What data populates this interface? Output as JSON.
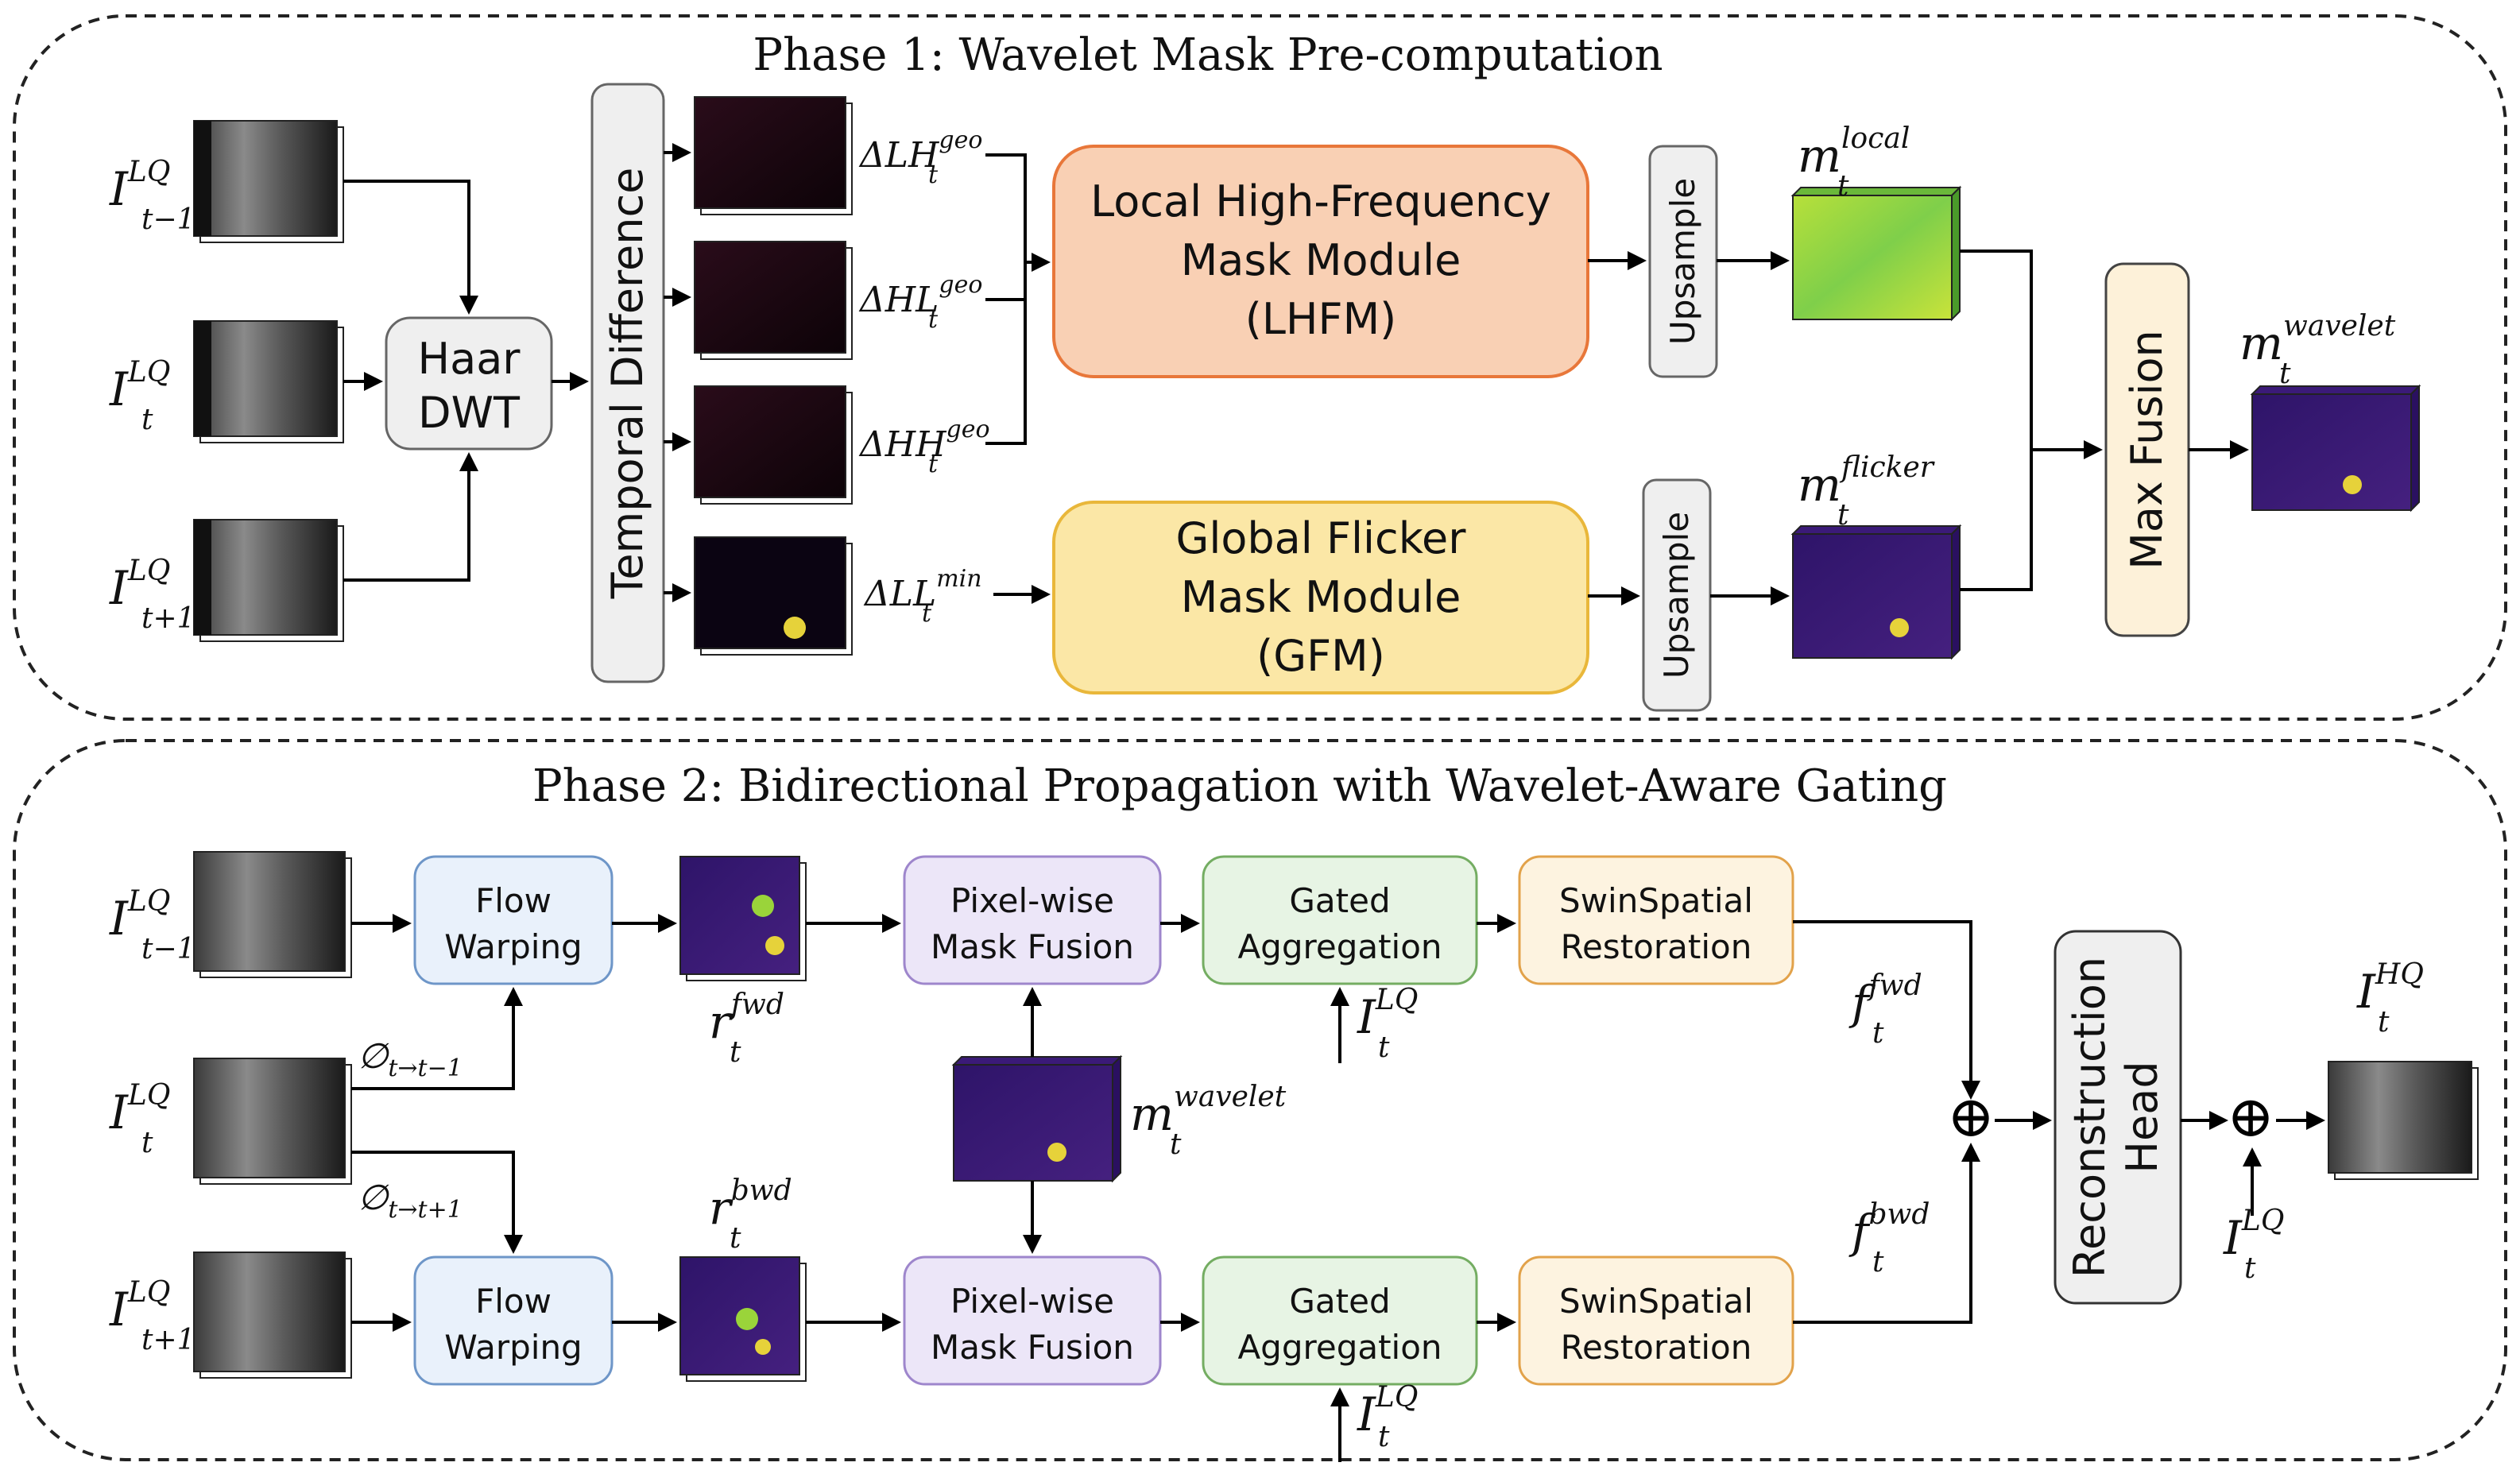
{
  "phase1": {
    "title": "Phase 1: Wavelet Mask Pre-computation",
    "haar_dwt": [
      "Haar",
      "DWT"
    ],
    "temporal_difference": "Temporal Difference",
    "lhfm": [
      "Local High-Frequency",
      "Mask Module",
      "(LHFM)"
    ],
    "gfm": [
      "Global Flicker",
      "Mask Module",
      "(GFM)"
    ],
    "upsample": "Upsample",
    "max_fusion": "Max Fusion",
    "inputs": [
      {
        "main": "I",
        "sup": "LQ",
        "sub": "t−1"
      },
      {
        "main": "I",
        "sup": "LQ",
        "sub": "t"
      },
      {
        "main": "I",
        "sup": "LQ",
        "sub": "t+1"
      }
    ],
    "subbands": [
      {
        "main": "ΔLH",
        "sup": "geo",
        "sub": "t"
      },
      {
        "main": "ΔHL",
        "sup": "geo",
        "sub": "t"
      },
      {
        "main": "ΔHH",
        "sup": "geo",
        "sub": "t"
      },
      {
        "main": "ΔLL",
        "sup": "min",
        "sub": "t"
      }
    ],
    "m_local": {
      "main": "m",
      "sup": "local",
      "sub": "t"
    },
    "m_flicker": {
      "main": "m",
      "sup": "flicker",
      "sub": "t"
    },
    "m_wavelet": {
      "main": "m",
      "sup": "wavelet",
      "sub": "t"
    }
  },
  "phase2": {
    "title": "Phase 2: Bidirectional Propagation with Wavelet-Aware Gating",
    "flow_warping": [
      "Flow",
      "Warping"
    ],
    "pixel_mask_fusion": [
      "Pixel-wise",
      "Mask Fusion"
    ],
    "gated_aggregation": [
      "Gated",
      "Aggregation"
    ],
    "swin_restoration": [
      "SwinSpatial",
      "Restoration"
    ],
    "reconstruction_head": [
      "Reconstruction",
      "Head"
    ],
    "plus": "⊕",
    "inputs": [
      {
        "main": "I",
        "sup": "LQ",
        "sub": "t−1"
      },
      {
        "main": "I",
        "sup": "LQ",
        "sub": "t"
      },
      {
        "main": "I",
        "sup": "LQ",
        "sub": "t+1"
      }
    ],
    "flow_back": {
      "main": "∅",
      "sub": "t→t−1"
    },
    "flow_fwd": {
      "main": "∅",
      "sub": "t→t+1"
    },
    "r_fwd": {
      "main": "r",
      "sup": "fwd",
      "sub": "t"
    },
    "r_bwd": {
      "main": "r",
      "sup": "bwd",
      "sub": "t"
    },
    "m_wavelet": {
      "main": "m",
      "sup": "wavelet",
      "sub": "t"
    },
    "gate_input": {
      "main": "I",
      "sup": "LQ",
      "sub": "t"
    },
    "f_fwd": {
      "main": "f",
      "sup": "fwd",
      "sub": "t"
    },
    "f_bwd": {
      "main": "f",
      "sup": "bwd",
      "sub": "t"
    },
    "skip_input": {
      "main": "I",
      "sup": "LQ",
      "sub": "t"
    },
    "output": {
      "main": "I",
      "sup": "HQ",
      "sub": "t"
    }
  },
  "colors": {
    "lhfm_fill": "#f9d0b4",
    "lhfm_stroke": "#e8773a",
    "gfm_fill": "#fbe7a6",
    "gfm_stroke": "#e9b73a",
    "grey_fill": "#efefef",
    "grey_stroke": "#777777",
    "cream_fill": "#fdf1d9",
    "cream_stroke": "#444444",
    "flow_fill": "#e9f1fb",
    "flow_stroke": "#6e96c8",
    "pixel_fill": "#ece6f8",
    "pixel_stroke": "#9e86cc",
    "gated_fill": "#e7f4e4",
    "gated_stroke": "#74ad62",
    "swin_fill": "#fdf3e0",
    "swin_stroke": "#e2a24a",
    "mask_purple": "#3b1a78",
    "mask_green": "#9ad43a"
  }
}
